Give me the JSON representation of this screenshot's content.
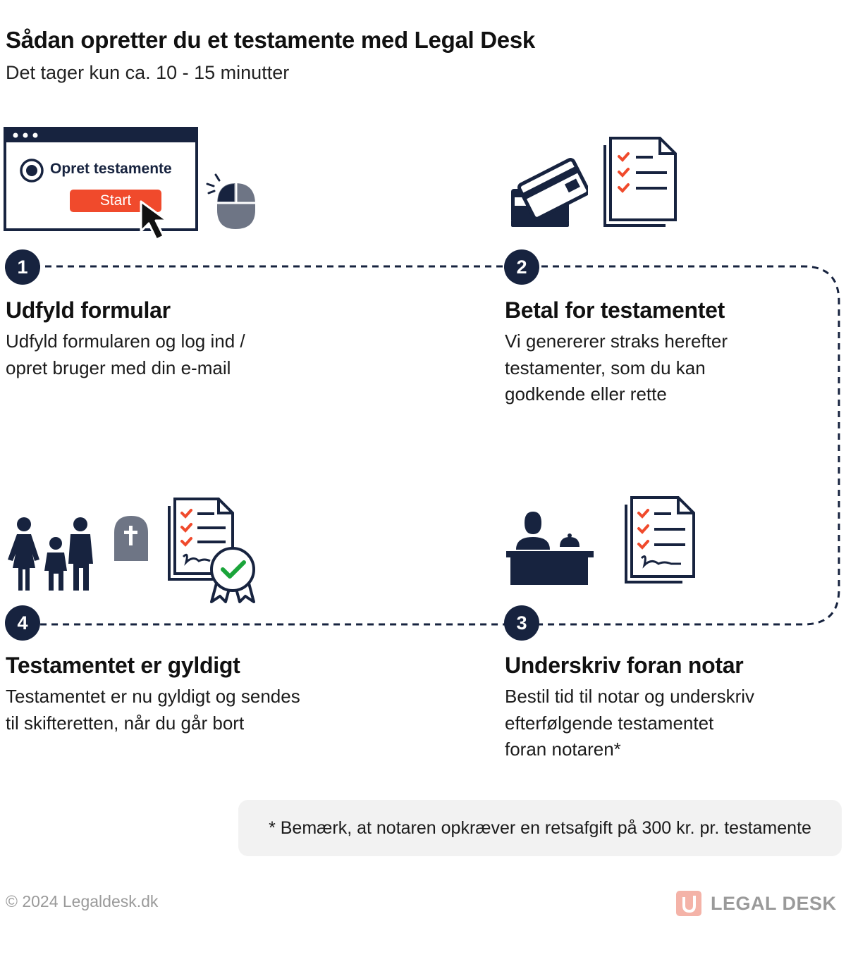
{
  "header": {
    "title": "Sådan opretter du et testamente med Legal Desk",
    "subtitle": "Det tager kun ca. 10 - 15 minutter"
  },
  "illustration": {
    "radio_label": "Opret testamente",
    "start_button": "Start"
  },
  "steps": [
    {
      "number": "1",
      "title": "Udfyld formular",
      "lines": [
        "Udfyld formularen og log ind  /",
        "opret bruger med din e-mail"
      ]
    },
    {
      "number": "2",
      "title": "Betal for testamentet",
      "lines": [
        "Vi genererer straks herefter",
        "testamenter, som du kan",
        "godkende eller rette"
      ]
    },
    {
      "number": "3",
      "title": "Underskriv foran notar",
      "lines": [
        "Bestil tid til notar og underskriv",
        "efterfølgende testamentet",
        "foran notaren*"
      ]
    },
    {
      "number": "4",
      "title": "Testamentet er gyldigt",
      "lines": [
        "Testamentet er nu gyldigt og sendes",
        "til skifteretten, når du går bort"
      ]
    }
  ],
  "note": "* Bemærk, at notaren opkræver en retsafgift på 300 kr. pr. testamente",
  "footer": {
    "copyright": "© 2024 Legaldesk.dk",
    "logo_text": "LEGAL DESK"
  },
  "icons": {
    "browser": "browser-window-icon",
    "mouse": "mouse-click-icon",
    "payment": "credit-card-icon",
    "checklist": "checklist-document-icon",
    "family": "family-icon",
    "gravestone": "gravestone-icon",
    "certified": "certified-document-icon",
    "notary": "notary-desk-icon",
    "signed": "signed-document-icon",
    "logo": "legal-desk-logo-icon"
  },
  "colors": {
    "navy": "#17233f",
    "accent_red": "#f04a2c",
    "check_green": "#1aa43a",
    "icon_gray": "#6e7585",
    "note_bg": "#f2f2f2",
    "logo_pink": "#f4b3a8"
  }
}
